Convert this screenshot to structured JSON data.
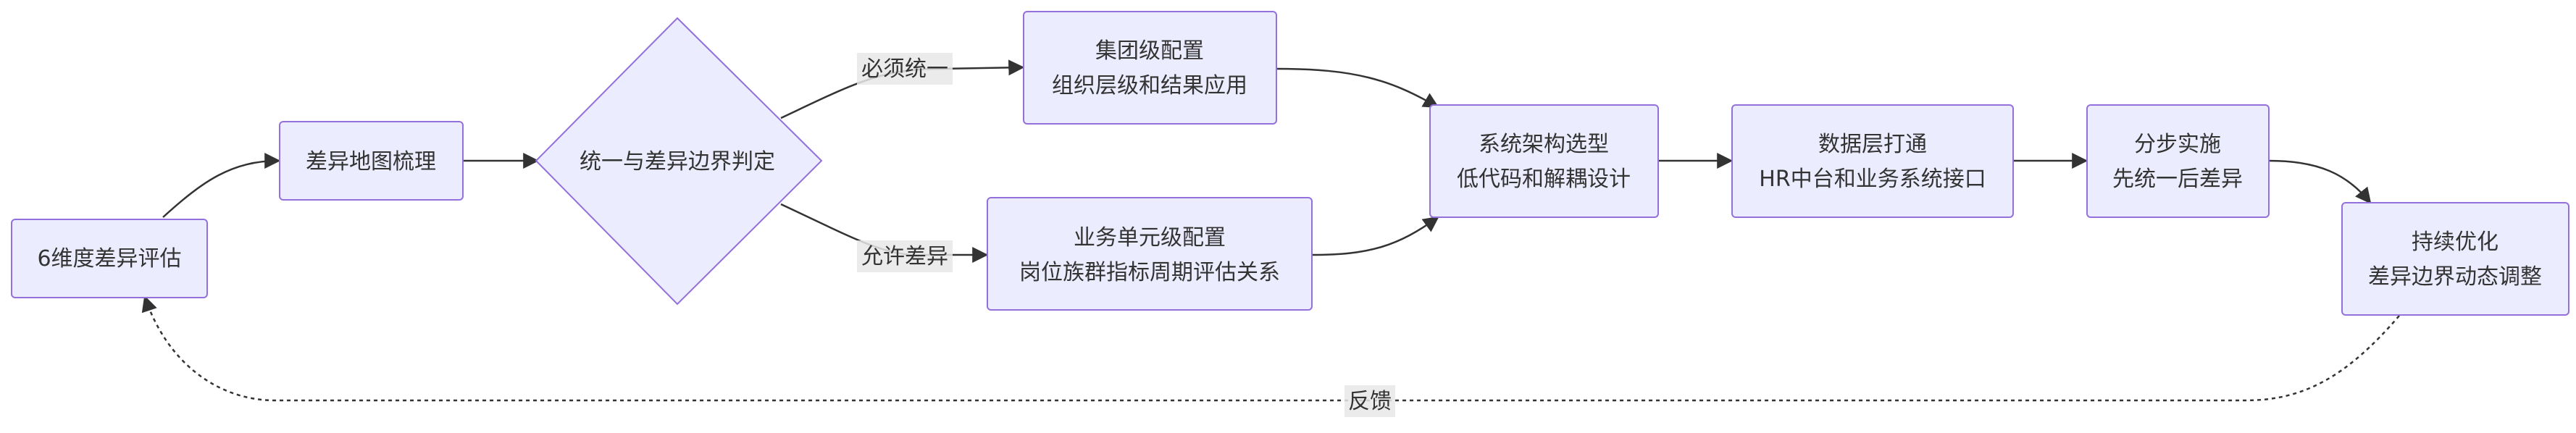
{
  "colors": {
    "node_fill": "#ECECFF",
    "node_stroke": "#9370DB",
    "edge": "#333333",
    "label_bg": "#e8e8e8",
    "text": "#333333"
  },
  "nodes": {
    "assess": {
      "line1": "6维度差异评估"
    },
    "mapping": {
      "line1": "差异地图梳理"
    },
    "decision": {
      "line1": "统一与差异边界判定"
    },
    "group_config": {
      "line1": "集团级配置",
      "line2": "组织层级和结果应用"
    },
    "bu_config": {
      "line1": "业务单元级配置",
      "line2": "岗位族群指标周期评估关系"
    },
    "architecture": {
      "line1": "系统架构选型",
      "line2": "低代码和解耦设计"
    },
    "data_layer": {
      "line1": "数据层打通",
      "line2": "HR中台和业务系统接口"
    },
    "phased": {
      "line1": "分步实施",
      "line2": "先统一后差异"
    },
    "optimize": {
      "line1": "持续优化",
      "line2": "差异边界动态调整"
    }
  },
  "edges": {
    "must_unify": "必须统一",
    "allow_diff": "允许差异",
    "feedback": "反馈"
  }
}
